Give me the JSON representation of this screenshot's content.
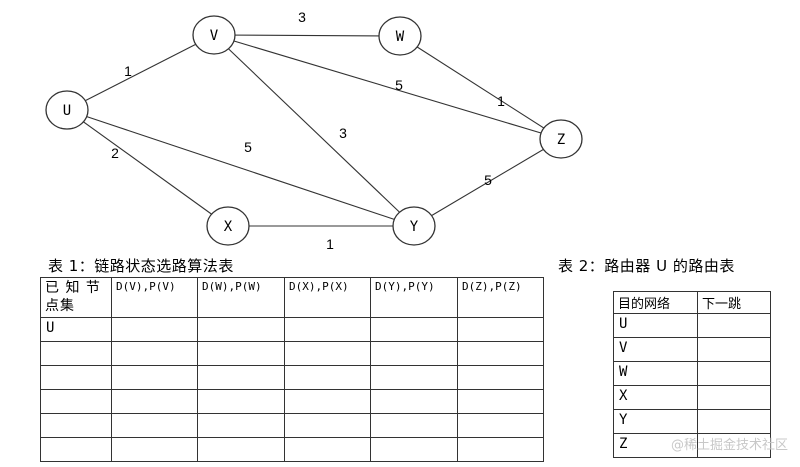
{
  "graph": {
    "nodes": [
      {
        "id": "V",
        "label": "V"
      },
      {
        "id": "W",
        "label": "W"
      },
      {
        "id": "U",
        "label": "U"
      },
      {
        "id": "Z",
        "label": "Z"
      },
      {
        "id": "X",
        "label": "X"
      },
      {
        "id": "Y",
        "label": "Y"
      }
    ],
    "edges": [
      {
        "from": "U",
        "to": "V",
        "weight": "1"
      },
      {
        "from": "V",
        "to": "W",
        "weight": "3"
      },
      {
        "from": "V",
        "to": "Z",
        "weight": "5"
      },
      {
        "from": "W",
        "to": "Z",
        "weight": "1"
      },
      {
        "from": "V",
        "to": "Y",
        "weight": "3"
      },
      {
        "from": "U",
        "to": "Y",
        "weight": "5"
      },
      {
        "from": "U",
        "to": "X",
        "weight": "2"
      },
      {
        "from": "X",
        "to": "Y",
        "weight": "1"
      },
      {
        "from": "Y",
        "to": "Z",
        "weight": "5"
      }
    ]
  },
  "table1": {
    "caption": "表 1：链路状态选路算法表",
    "known_header": [
      "已 知 节",
      "点集"
    ],
    "columns": [
      "D(V),P(V)",
      "D(W),P(W)",
      "D(X),P(X)",
      "D(Y),P(Y)",
      "D(Z),P(Z)"
    ],
    "rows": [
      [
        "U",
        "",
        "",
        "",
        "",
        ""
      ],
      [
        "",
        "",
        "",
        "",
        "",
        ""
      ],
      [
        "",
        "",
        "",
        "",
        "",
        ""
      ],
      [
        "",
        "",
        "",
        "",
        "",
        ""
      ],
      [
        "",
        "",
        "",
        "",
        "",
        ""
      ],
      [
        "",
        "",
        "",
        "",
        "",
        ""
      ]
    ]
  },
  "table2": {
    "caption": "表 2：路由器 U 的路由表",
    "columns": [
      "目的网络",
      "下一跳"
    ],
    "rows": [
      [
        "U",
        ""
      ],
      [
        "V",
        ""
      ],
      [
        "W",
        ""
      ],
      [
        "X",
        ""
      ],
      [
        "Y",
        ""
      ],
      [
        "Z",
        ""
      ]
    ]
  },
  "watermark": "@稀土掘金技术社区"
}
